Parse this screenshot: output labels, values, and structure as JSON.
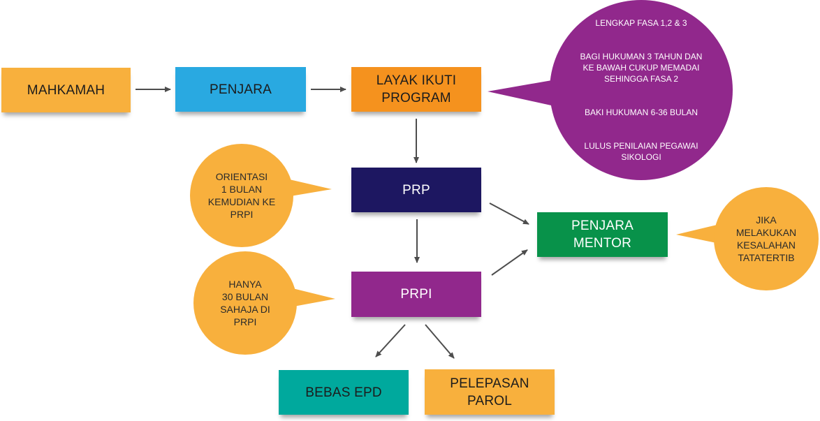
{
  "colors": {
    "orange_light": "#f8b03d",
    "orange": "#f5921e",
    "blue": "#29a9e1",
    "navy": "#1d1761",
    "purple": "#91288c",
    "green": "#08924a",
    "teal": "#00a99d",
    "arrow": "#4d4d4d"
  },
  "nodes": {
    "mahkamah": "MAHKAMAH",
    "penjara": "PENJARA",
    "layak": "LAYAK IKUTI\nPROGRAM",
    "prp": "PRP",
    "prpi": "PRPI",
    "penjara_mentor": "PENJARA\nMENTOR",
    "bebas_epd": "BEBAS EPD",
    "pelepasan_parol": "PELEPASAN\nPAROL"
  },
  "callouts": {
    "criteria": [
      "LENGKAP FASA 1,2 & 3",
      "BAGI HUKUMAN 3 TAHUN DAN\nKE BAWAH CUKUP MEMADAI\nSEHINGGA FASA 2",
      "BAKI HUKUMAN 6-36 BULAN",
      "LULUS PENILAIAN PEGAWAI\nSIKOLOGI"
    ],
    "orientasi": "ORIENTASI\n1 BULAN\nKEMUDIAN KE\nPRPI",
    "hanya": "HANYA\n30 BULAN\nSAHAJA DI\nPRPI",
    "jika": "JIKA\nMELAKUKAN\nKESALAHAN\nTATATERTIB"
  },
  "edges": [
    {
      "from": "mahkamah",
      "to": "penjara"
    },
    {
      "from": "penjara",
      "to": "layak"
    },
    {
      "from": "layak",
      "to": "prp"
    },
    {
      "from": "prp",
      "to": "prpi"
    },
    {
      "from": "prp",
      "to": "penjara_mentor"
    },
    {
      "from": "prpi",
      "to": "penjara_mentor"
    },
    {
      "from": "prpi",
      "to": "bebas_epd"
    },
    {
      "from": "prpi",
      "to": "pelepasan_parol"
    }
  ]
}
